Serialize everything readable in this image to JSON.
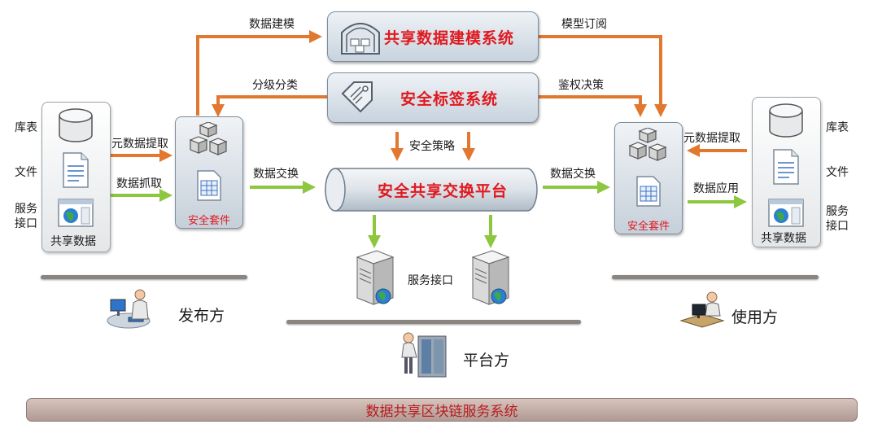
{
  "systems": {
    "modeling": "共享数据建模系统",
    "label": "安全标签系统",
    "exchange": "安全共享交换平台"
  },
  "flows": {
    "data_modeling": "数据建模",
    "model_subscribe": "模型订阅",
    "grading": "分级分类",
    "auth_decision": "鉴权决策",
    "security_policy": "安全策略",
    "exchange_left": "数据交换",
    "exchange_right": "数据交换",
    "metadata_extract_left": "元数据提取",
    "data_capture": "数据抓取",
    "metadata_extract_right": "元数据提取",
    "data_application": "数据应用",
    "service_interface": "服务接口"
  },
  "publisher": {
    "items": [
      "库表",
      "文件",
      "服务\n接口"
    ],
    "caption": "共享数据",
    "kit": "安全套件",
    "party": "发布方"
  },
  "consumer": {
    "items": [
      "库表",
      "文件",
      "服务\n接口"
    ],
    "caption": "共享数据",
    "kit": "安全套件",
    "party": "使用方"
  },
  "platform": {
    "party": "平台方"
  },
  "footer": "数据共享区块链服务系统",
  "colors": {
    "orange": "#e2782f",
    "green": "#8dc63f",
    "red": "#e0191f"
  },
  "icons": [
    "database-icon",
    "document-icon",
    "web-page-icon",
    "cubes-icon",
    "spreadsheet-icon",
    "server-icon",
    "tag-icon",
    "warehouse-icon",
    "user-at-computer-icon",
    "operator-at-rack-icon"
  ]
}
